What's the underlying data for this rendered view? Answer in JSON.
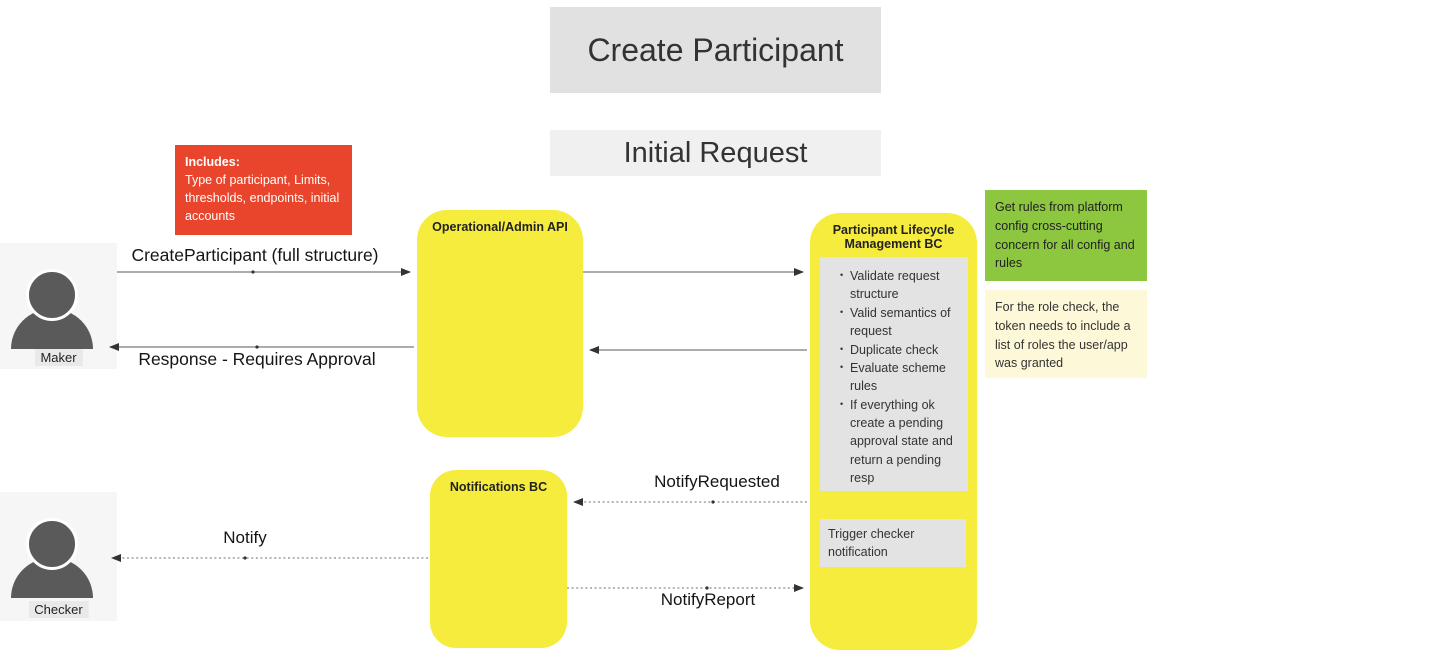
{
  "header": {
    "title": "Create Participant",
    "subtitle": "Initial Request"
  },
  "actors": [
    {
      "label": "Maker"
    },
    {
      "label": "Checker"
    }
  ],
  "components": {
    "op_api": {
      "title": "Operational/Admin API"
    },
    "plm": {
      "title": "Participant Lifecycle Management BC",
      "checklist": [
        "Validate request structure",
        "Valid semantics of request",
        "Duplicate check",
        "Evaluate scheme rules",
        "If everything ok create a pending approval state and return a pending resp"
      ],
      "trigger_note": "Trigger checker notification"
    },
    "notifications": {
      "title": "Notifications BC"
    }
  },
  "notes": {
    "includes": {
      "title": "Includes:",
      "body": "Type of participant, Limits, thresholds, endpoints, initial accounts"
    },
    "platform_rules": {
      "body": "Get rules from platform config cross-cutting concern for all config and rules"
    },
    "role_check": {
      "body": "For the role check, the token needs to include a list of roles the user/app was granted"
    }
  },
  "messages": [
    {
      "label": "CreateParticipant (full structure)",
      "from": "Maker",
      "to": "Operational/Admin API",
      "style": "solid"
    },
    {
      "label": "",
      "from": "Operational/Admin API",
      "to": "Participant Lifecycle Management BC",
      "style": "solid"
    },
    {
      "label": "",
      "from": "Participant Lifecycle Management BC",
      "to": "Operational/Admin API",
      "style": "solid"
    },
    {
      "label": "Response - Requires Approval",
      "from": "Operational/Admin API",
      "to": "Maker",
      "style": "solid"
    },
    {
      "label": "NotifyRequested",
      "from": "Participant Lifecycle Management BC",
      "to": "Notifications BC",
      "style": "dotted"
    },
    {
      "label": "Notify",
      "from": "Notifications BC",
      "to": "Checker",
      "style": "dotted"
    },
    {
      "label": "NotifyReport",
      "from": "Notifications BC",
      "to": "Participant Lifecycle Management BC",
      "style": "dotted"
    }
  ],
  "colors": {
    "component_yellow": "#f6ec3e",
    "note_red": "#e8452c",
    "note_green": "#8dc63f",
    "note_pale_yellow": "#fdf8d8",
    "inner_grey": "#e3e3e3",
    "banner_grey": "#e1e1e1",
    "banner_light_grey": "#f0f0f0",
    "actor_grey": "#5a5a5a"
  }
}
